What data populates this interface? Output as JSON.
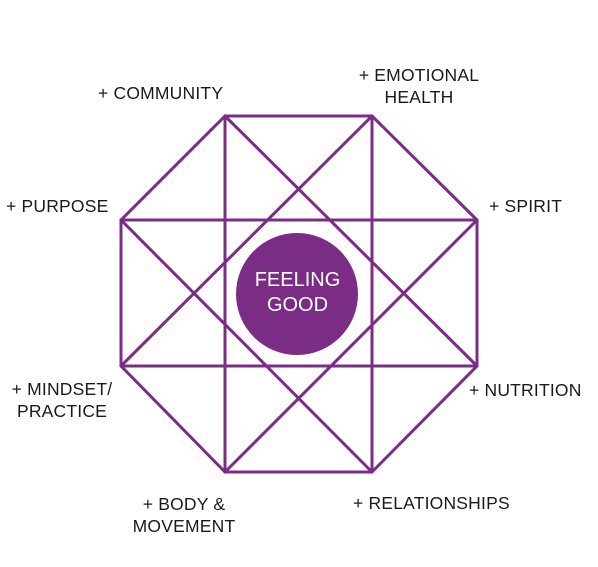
{
  "center": {
    "line1": "FEELING",
    "line2": "GOOD"
  },
  "labels": {
    "community": [
      "+ COMMUNITY"
    ],
    "emotional_health": [
      "+ EMOTIONAL",
      "HEALTH"
    ],
    "spirit": [
      "+ SPIRIT"
    ],
    "nutrition": [
      "+ NUTRITION"
    ],
    "relationships": [
      "+ RELATIONSHIPS"
    ],
    "body_movement": [
      "+ BODY &",
      "MOVEMENT"
    ],
    "mindset_practice": [
      "+ MINDSET/",
      "PRACTICE"
    ],
    "purpose": [
      "+ PURPOSE"
    ]
  },
  "colors": {
    "accent": "#7b2d86",
    "text": "#1a1a1a",
    "center_text": "#ffffff"
  }
}
